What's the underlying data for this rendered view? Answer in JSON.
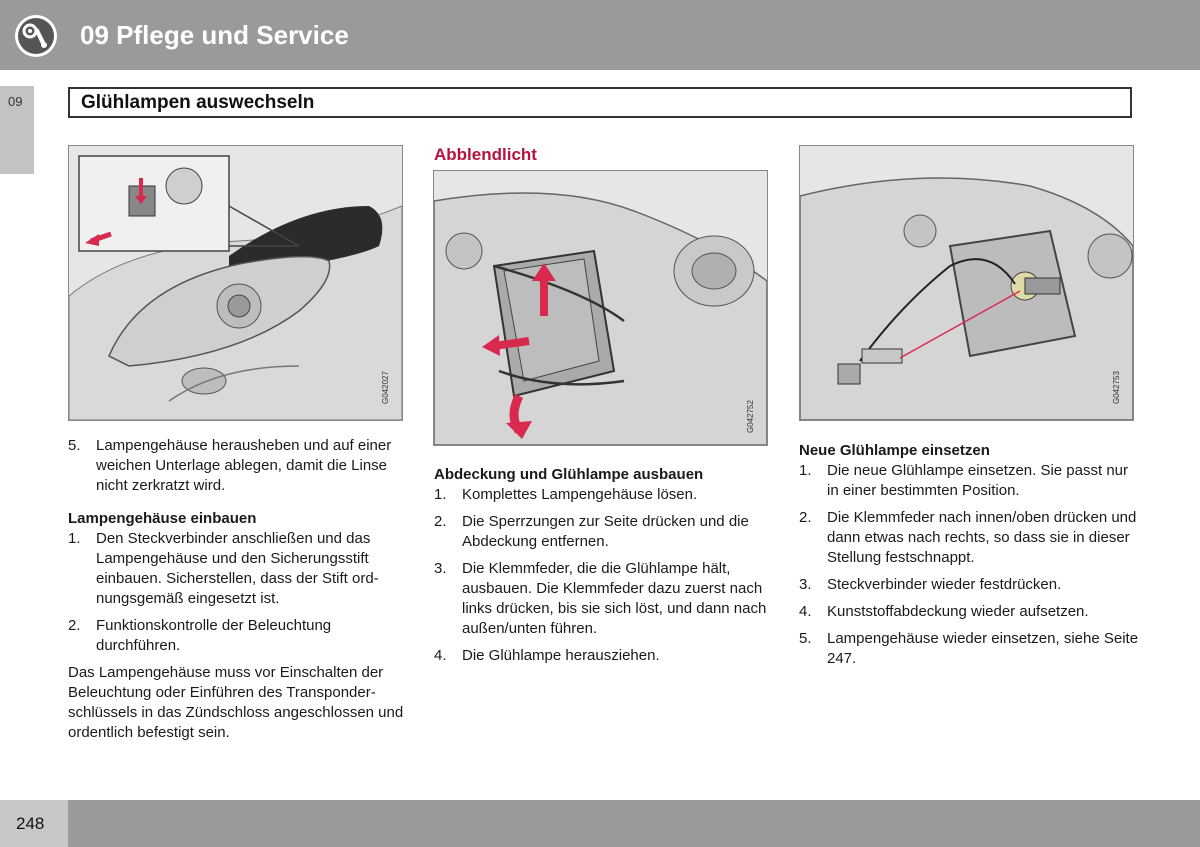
{
  "header": {
    "chapter_title": "09 Pflege und Service",
    "icon": "wrench-gear-icon"
  },
  "side_tab": {
    "label": "09"
  },
  "section": {
    "title": "Glühlampen auswechseln"
  },
  "images": {
    "left_code": "G042027",
    "middle_code": "G042752",
    "right_code": "G042753"
  },
  "colors": {
    "header_gray": "#9a9a9a",
    "accent_red": "#b5123f",
    "arrow_red": "#d8294f"
  },
  "left_column": {
    "step5": {
      "num": "5.",
      "text": "Lampengehäuse herausheben und auf einer weichen Unterlage ablegen, damit die Linse nicht zerkratzt wird."
    },
    "install_heading": "Lampengehäuse einbauen",
    "install_steps": [
      {
        "num": "1.",
        "text": "Den Steckverbinder anschließen und das Lampengehäuse und den Sicherungsstift einbauen. Sicherstellen, dass der Stift ord-nungsgemäß eingesetzt ist."
      },
      {
        "num": "2.",
        "text": "Funktionskontrolle der Beleuchtung durchführen."
      }
    ],
    "note": "Das Lampengehäuse muss vor Einschalten der Beleuchtung oder Einführen des Transponder-schlüssels in das Zündschloss angeschlossen und ordentlich befestigt sein."
  },
  "middle_column": {
    "title": "Abblendlicht",
    "heading": "Abdeckung und Glühlampe ausbauen",
    "steps": [
      {
        "num": "1.",
        "text": "Komplettes Lampengehäuse lösen."
      },
      {
        "num": "2.",
        "text": "Die Sperrzungen zur Seite drücken und die Abdeckung entfernen."
      },
      {
        "num": "3.",
        "text": "Die Klemmfeder, die die Glühlampe hält, ausbauen. Die Klemmfeder dazu zuerst nach links drücken, bis sie sich löst, und dann nach außen/unten führen."
      },
      {
        "num": "4.",
        "text": "Die Glühlampe herausziehen."
      }
    ]
  },
  "right_column": {
    "heading": "Neue Glühlampe einsetzen",
    "steps": [
      {
        "num": "1.",
        "text": "Die neue Glühlampe einsetzen. Sie passt nur in einer bestimmten Position."
      },
      {
        "num": "2.",
        "text": "Die Klemmfeder nach innen/oben drücken und dann etwas nach rechts, so dass sie in dieser Stellung festschnappt."
      },
      {
        "num": "3.",
        "text": "Steckverbinder wieder festdrücken."
      },
      {
        "num": "4.",
        "text": "Kunststoffabdeckung wieder aufsetzen."
      },
      {
        "num": "5.",
        "text": "Lampengehäuse wieder einsetzen, siehe Seite 247."
      }
    ]
  },
  "footer": {
    "page_number": "248"
  }
}
